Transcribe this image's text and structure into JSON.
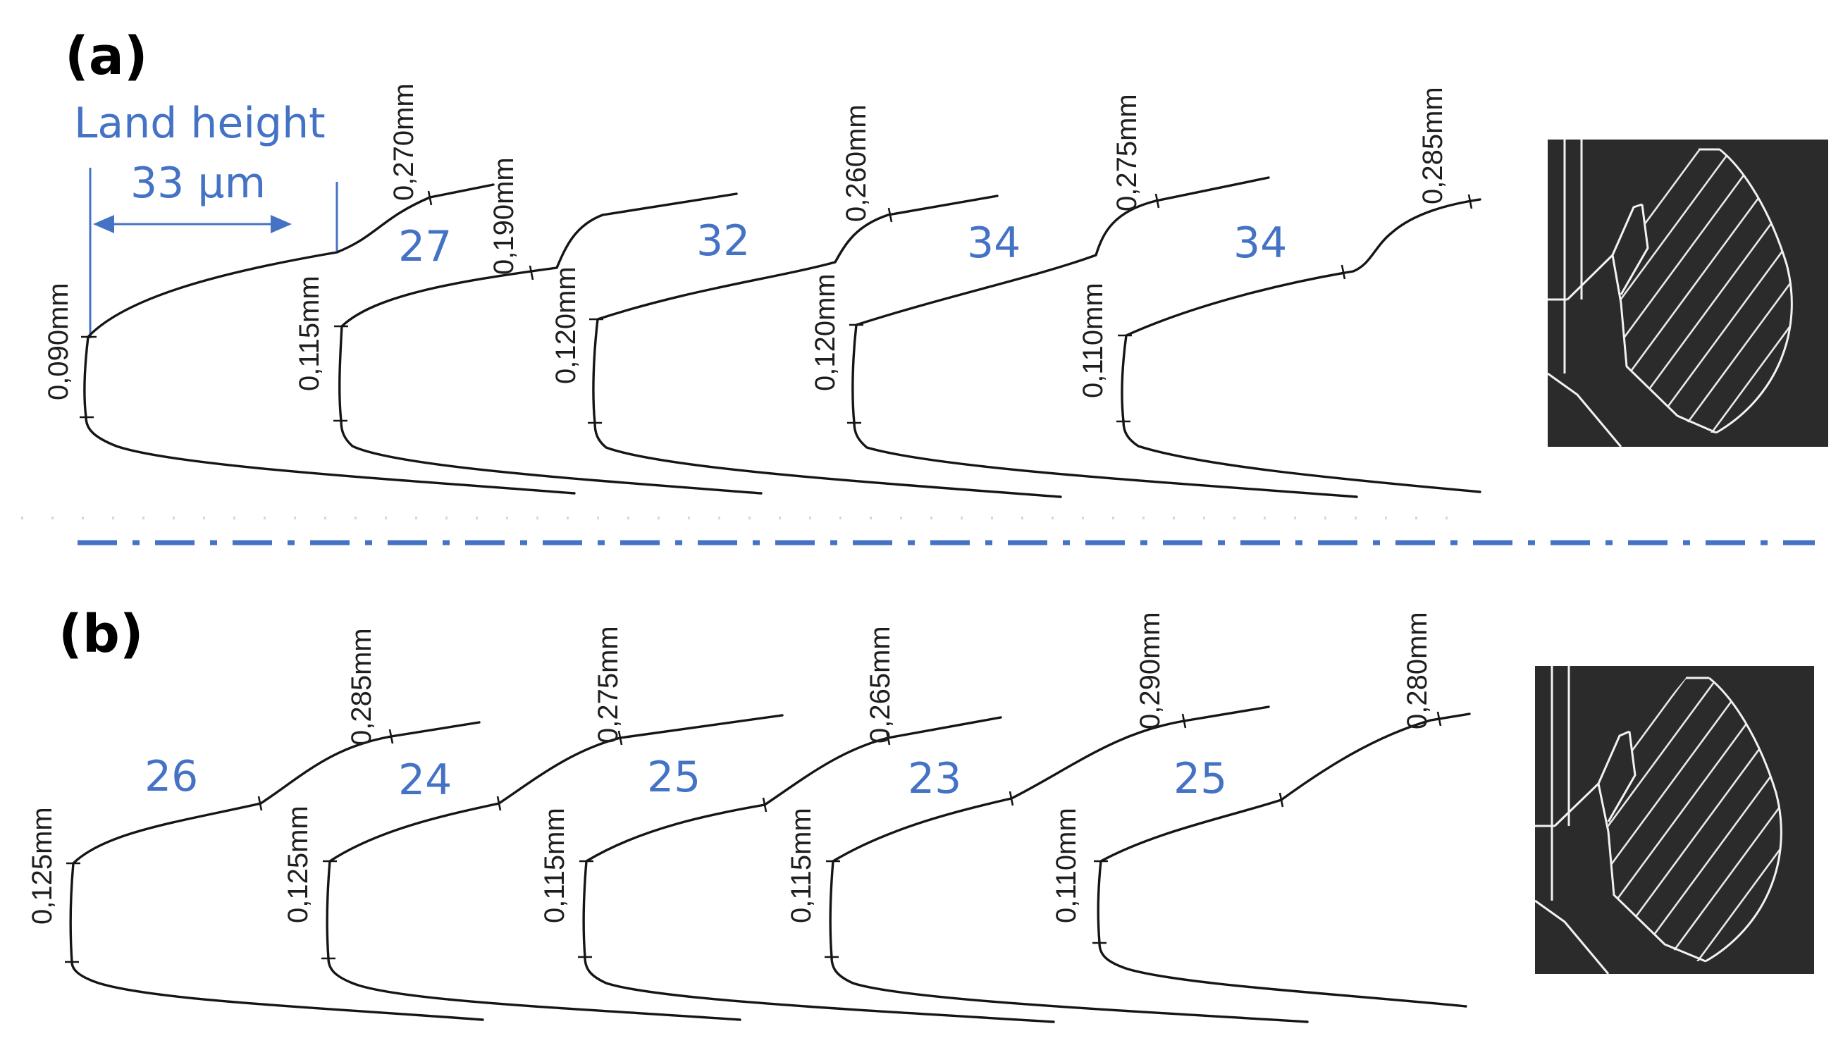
{
  "panels": {
    "a": {
      "label": "(a)",
      "annotation": {
        "title": "Land height",
        "value": "33 µm"
      },
      "values": [
        "27",
        "32",
        "34",
        "34"
      ],
      "profiles": [
        {
          "land": "0,090mm",
          "top": "0,270mm"
        },
        {
          "land": "0,115mm",
          "top": "0,190mm"
        },
        {
          "land": "0,120mm",
          "top": "0,260mm"
        },
        {
          "land": "0,120mm",
          "top": "0,275mm"
        },
        {
          "land": "0,110mm",
          "top": "0,285mm"
        }
      ]
    },
    "b": {
      "label": "(b)",
      "values": [
        "26",
        "24",
        "25",
        "23",
        "25"
      ],
      "profiles": [
        {
          "land": "0,125mm",
          "top": "0,285mm"
        },
        {
          "land": "0,125mm",
          "top": "0,275mm"
        },
        {
          "land": "0,115mm",
          "top": "0,265mm"
        },
        {
          "land": "0,115mm",
          "top": "0,290mm"
        },
        {
          "land": "0,110mm",
          "top": "0,280mm"
        }
      ]
    }
  },
  "colors": {
    "annotation": "#4472c4",
    "profile": "#151515",
    "thumbnail_bg": "#2b2b2b"
  },
  "icons": {
    "thumbnail": "hatched-insert-photo"
  }
}
